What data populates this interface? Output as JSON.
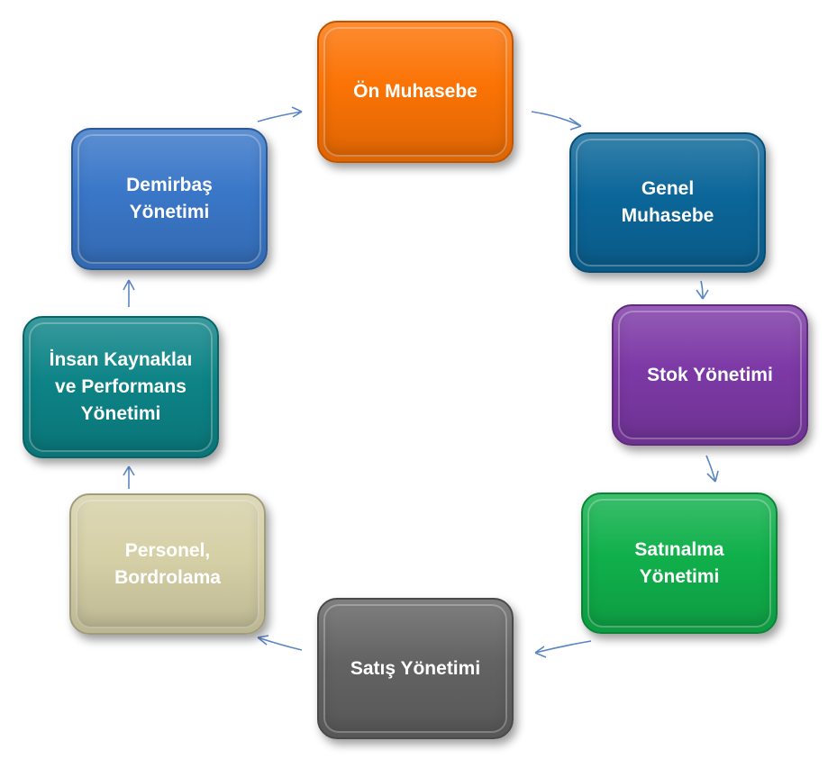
{
  "nodes": [
    {
      "id": "on-muhasebe",
      "label": "Ön Muhasebe",
      "color": "#fb7305"
    },
    {
      "id": "genel-muhasebe",
      "label": "Genel\nMuhasebe",
      "color": "#0b6699"
    },
    {
      "id": "stok-yonetimi",
      "label": "Stok Yönetimi",
      "color": "#7d39a6"
    },
    {
      "id": "satinalma-yonetimi",
      "label": "Satınalma\nYönetimi",
      "color": "#10b04b"
    },
    {
      "id": "satis-yonetimi",
      "label": "Satış Yönetimi",
      "color": "#636363"
    },
    {
      "id": "personel-bordrolama",
      "label": "Personel,\nBordrolama",
      "color": "#d6d0a7"
    },
    {
      "id": "insan-kaynaklari",
      "label": "İnsan Kaynaklaı\nve Performans\nYönetimi",
      "color": "#0d8487"
    },
    {
      "id": "demirbas-yonetimi",
      "label": "Demirbaş\nYönetimi",
      "color": "#3a77c8"
    }
  ],
  "flow": [
    [
      "on-muhasebe",
      "genel-muhasebe"
    ],
    [
      "genel-muhasebe",
      "stok-yonetimi"
    ],
    [
      "stok-yonetimi",
      "satinalma-yonetimi"
    ],
    [
      "satinalma-yonetimi",
      "satis-yonetimi"
    ],
    [
      "satis-yonetimi",
      "personel-bordrolama"
    ],
    [
      "personel-bordrolama",
      "insan-kaynaklari"
    ],
    [
      "insan-kaynaklari",
      "demirbas-yonetimi"
    ],
    [
      "demirbas-yonetimi",
      "on-muhasebe"
    ]
  ],
  "arrow_color": "#5b86c4"
}
